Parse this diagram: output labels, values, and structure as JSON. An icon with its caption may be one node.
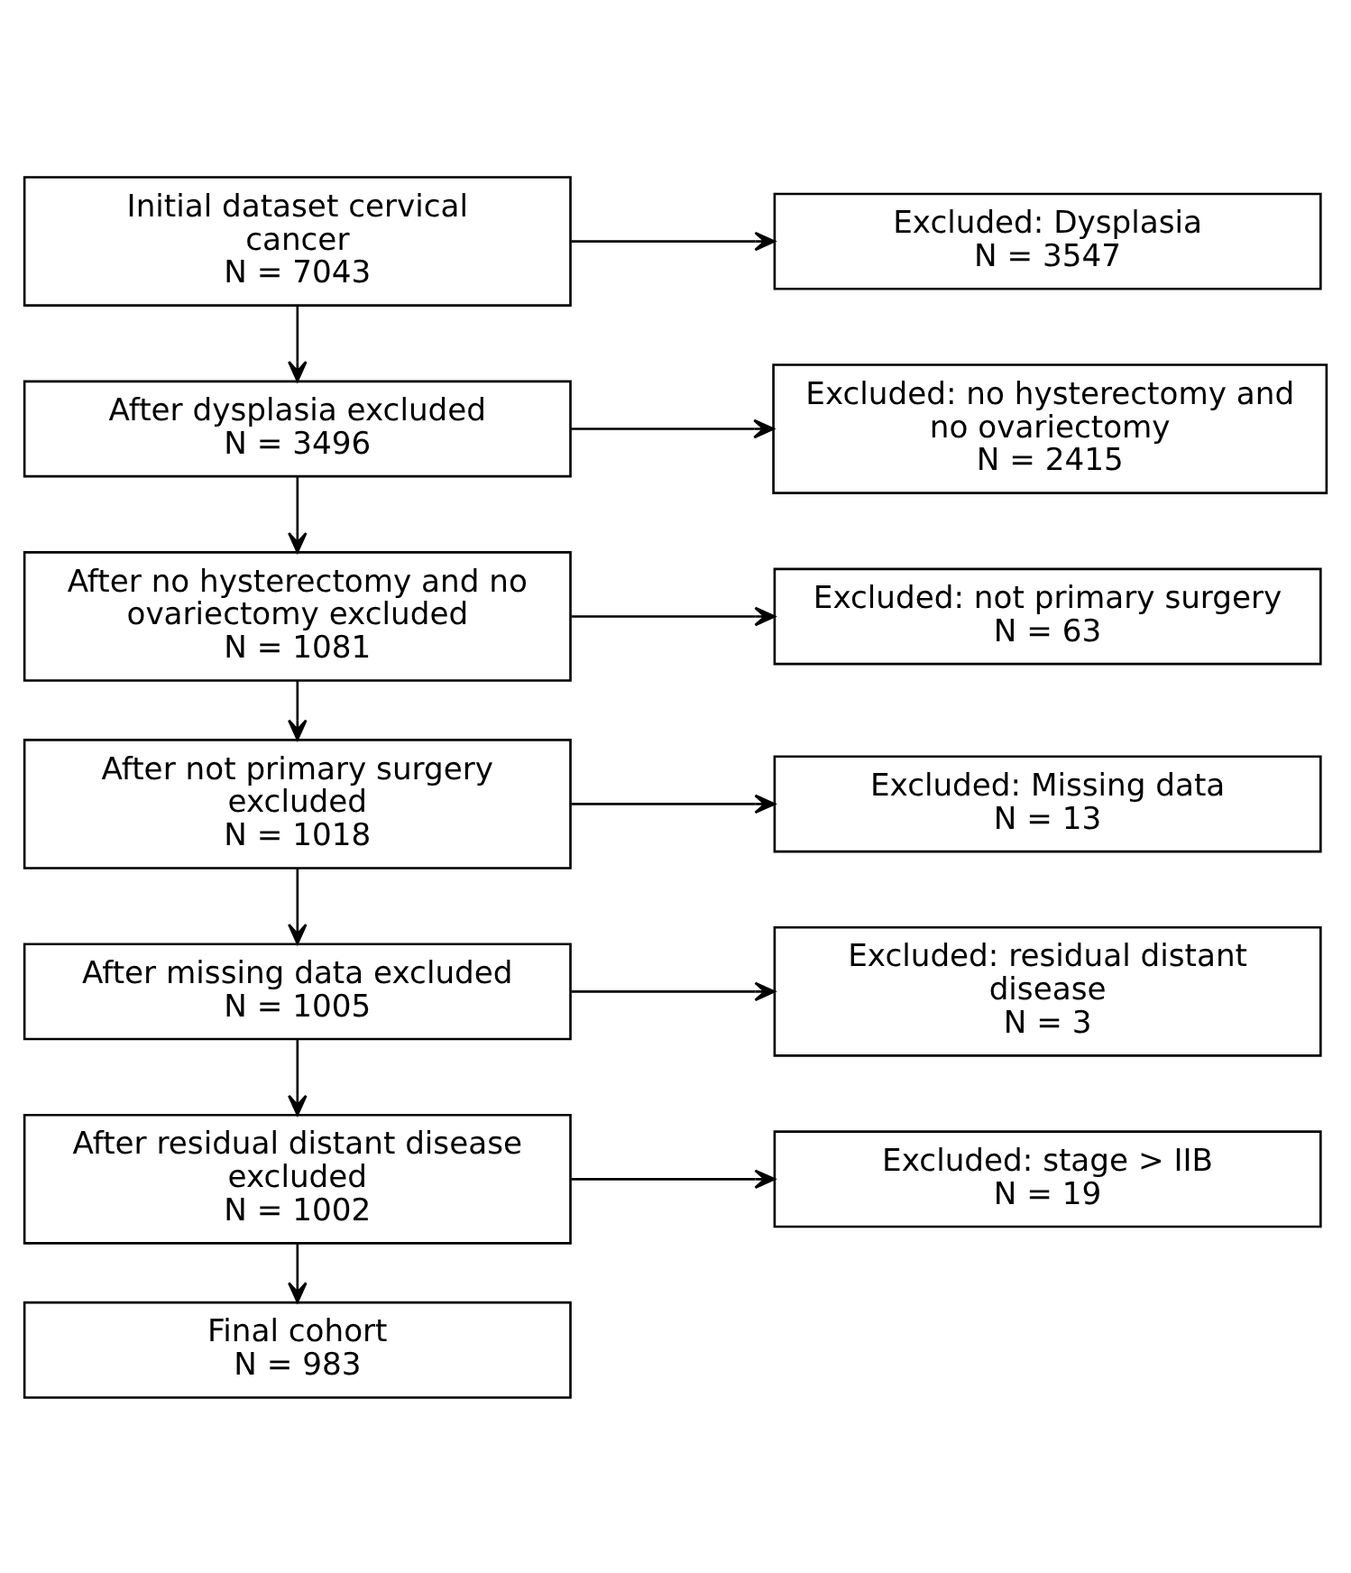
{
  "diagram": {
    "nodes": [
      {
        "text": [
          "Initial dataset cervical cancer",
          "N = 7043"
        ]
      },
      {
        "text": [
          "Excluded: Dysplasia",
          "N = 3547"
        ]
      },
      {
        "text": [
          "After dysplasia excluded",
          "N = 3496"
        ]
      },
      {
        "text": [
          "Excluded: no hysterectomy and no ovariectomy",
          "N = 2415"
        ]
      },
      {
        "text": [
          "After no hysterectomy and no ovariectomy excluded",
          "N = 1081"
        ]
      },
      {
        "text": [
          "Excluded: not primary surgery",
          "N = 63"
        ]
      },
      {
        "text": [
          "After not primary surgery excluded",
          "N = 1018"
        ]
      },
      {
        "text": [
          "Excluded: Missing data",
          "N = 13"
        ]
      },
      {
        "text": [
          "After missing data excluded",
          "N = 1005"
        ]
      },
      {
        "text": [
          "Excluded: residual distant disease",
          "N = 3"
        ]
      },
      {
        "text": [
          "After residual distant disease excluded",
          "N = 1002"
        ]
      },
      {
        "text": [
          "Excluded: stage > IIB",
          "N = 19"
        ]
      },
      {
        "text": [
          "Final cohort",
          "N = 983"
        ]
      }
    ],
    "edges": [
      {
        "from": 0,
        "to": 2,
        "arrow": "to"
      },
      {
        "from": 0,
        "to": 1,
        "arrow": "to"
      },
      {
        "from": 2,
        "to": 4,
        "arrow": "to"
      },
      {
        "from": 2,
        "to": 3,
        "arrow": "to"
      },
      {
        "from": 4,
        "to": 6,
        "arrow": "to"
      },
      {
        "from": 4,
        "to": 5,
        "arrow": "to"
      },
      {
        "from": 6,
        "to": 8,
        "arrow": "to"
      },
      {
        "from": 6,
        "to": 7,
        "arrow": "to"
      },
      {
        "from": 8,
        "to": 10,
        "arrow": "to"
      },
      {
        "from": 8,
        "to": 9,
        "arrow": "to"
      },
      {
        "from": 10,
        "to": 12,
        "arrow": "to"
      },
      {
        "from": 10,
        "to": 11,
        "arrow": "to"
      }
    ]
  }
}
